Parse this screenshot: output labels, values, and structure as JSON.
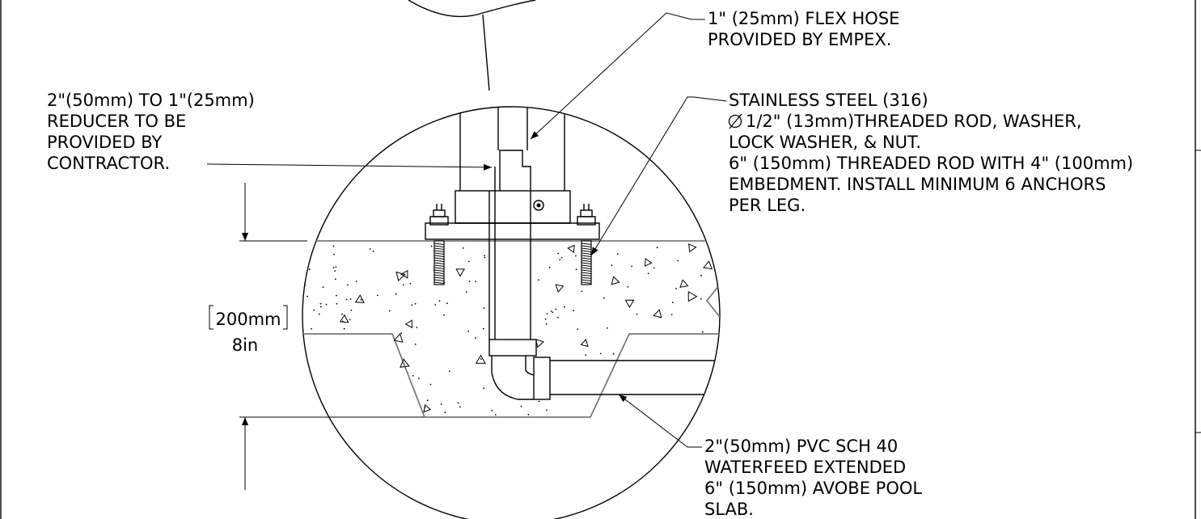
{
  "callouts": {
    "flex_hose": [
      "1\" (25mm) FLEX HOSE",
      "PROVIDED BY EMPEX."
    ],
    "reducer": [
      "2\"(50mm) TO 1\"(25mm)",
      "REDUCER TO BE",
      "PROVIDED BY",
      "CONTRACTOR."
    ],
    "threaded_rod": [
      "STAINLESS STEEL (316)",
      "1/2\" (13mm)THREADED ROD, WASHER,",
      "LOCK WASHER, & NUT.",
      "6\" (150mm) THREADED ROD WITH 4\" (100mm)",
      "EMBEDMENT. INSTALL MINIMUM 6 ANCHORS",
      "PER LEG."
    ],
    "pvc_pipe": [
      "2\"(50mm) PVC SCH 40",
      "WATERFEED EXTENDED",
      "6\" (150mm) AVOBE POOL",
      "SLAB."
    ]
  },
  "dimension": {
    "metric": "200mm",
    "imperial": "8in"
  },
  "symbols": {
    "diameter": "diameter-symbol-icon"
  },
  "colors": {
    "line": "#000000",
    "concrete_edge": "#7a7a7a",
    "background": "#ffffff"
  }
}
